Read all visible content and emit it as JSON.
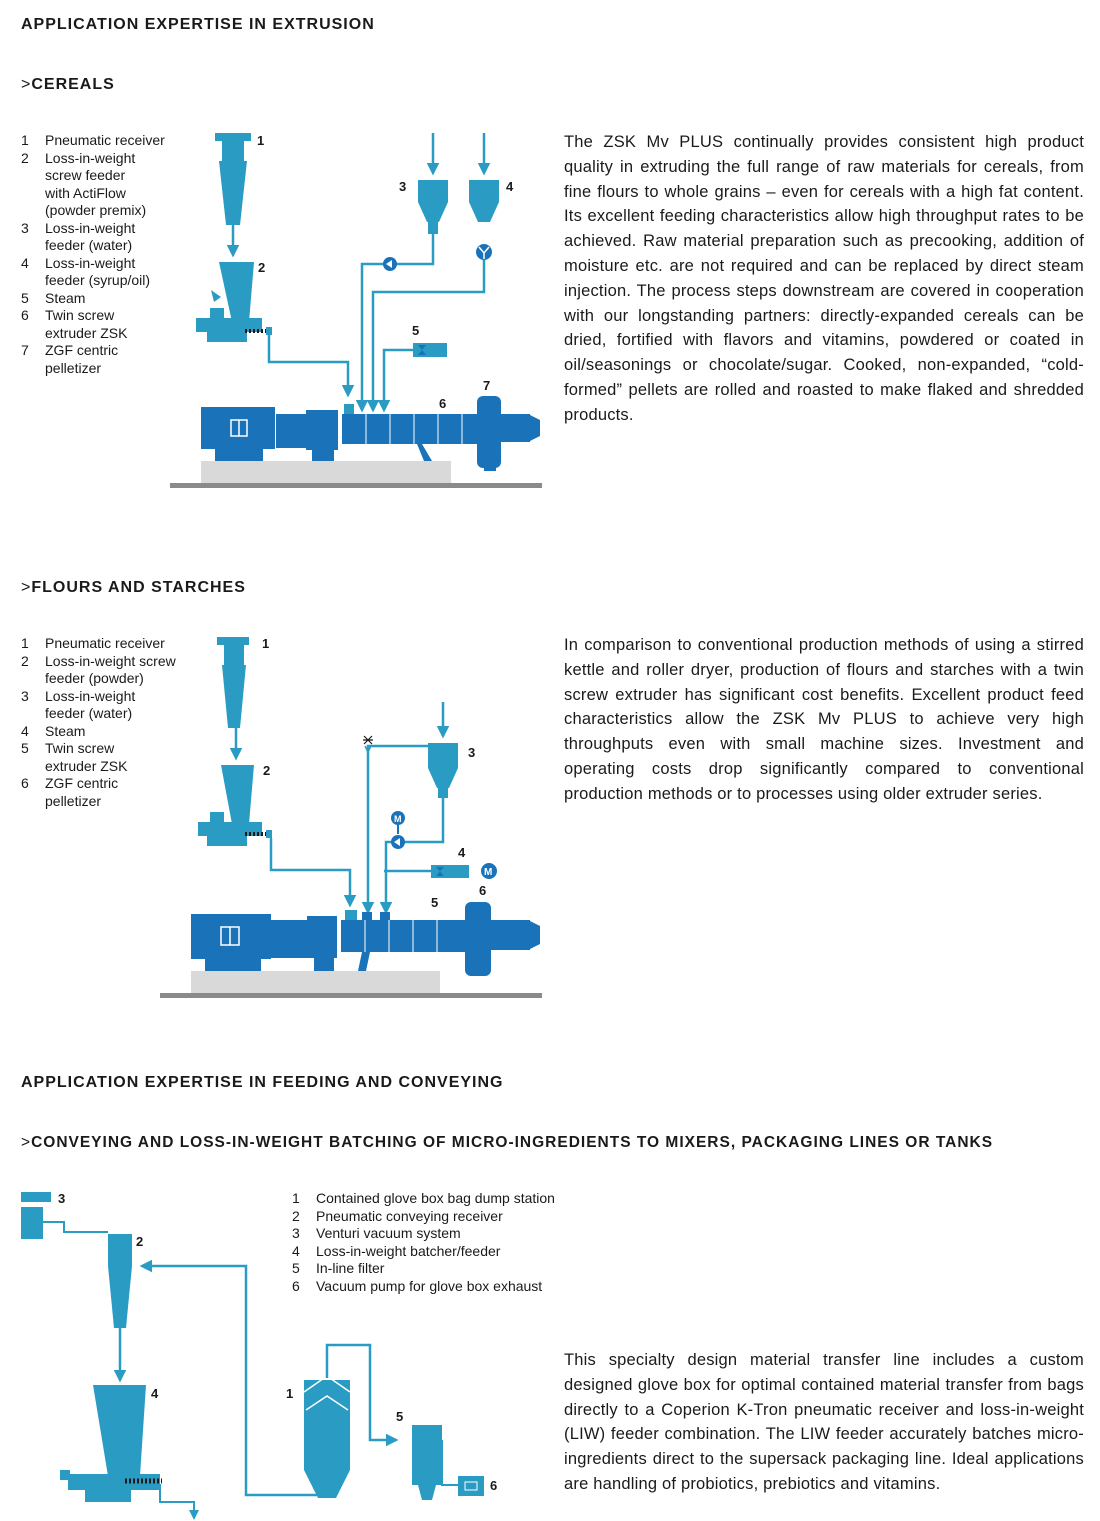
{
  "page_title": "APPLICATION EXPERTISE IN EXTRUSION",
  "sections": {
    "cereals": {
      "heading": "CEREALS",
      "legend": [
        {
          "num": "1",
          "text": "Pneumatic receiver"
        },
        {
          "num": "2",
          "text": "Loss-in-weight\nscrew feeder\nwith ActiFlow\n(powder premix)"
        },
        {
          "num": "3",
          "text": "Loss-in-weight\nfeeder (water)"
        },
        {
          "num": "4",
          "text": "Loss-in-weight\nfeeder (syrup/oil)"
        },
        {
          "num": "5",
          "text": "Steam"
        },
        {
          "num": "6",
          "text": "Twin screw\nextruder ZSK"
        },
        {
          "num": "7",
          "text": "ZGF centric\npelletizer"
        }
      ],
      "paragraph": "The ZSK Mv PLUS continually provides consistent high product quality in extruding the full range of raw materials for cereals, from fine flours to whole grains – even for cereals with a high fat content. Its excellent feeding characteristics allow high throughput rates to be achieved. Raw material preparation such as precooking, addition of moisture etc. are not required and can be replaced by direct steam injection. The process steps downstream are covered in cooperation with our longstanding partners: directly-expanded cereals can be dried, fortified with flavors and vitamins, powdered or coated in oil/seasonings or chocolate/sugar. Cooked, non-expanded, “cold-formed” pellets are rolled and roasted to make flaked and shredded products.",
      "diagram_labels": {
        "n1": "1",
        "n2": "2",
        "n3": "3",
        "n4": "4",
        "n5": "5",
        "n6": "6",
        "n7": "7"
      }
    },
    "flours": {
      "heading": "FLOURS AND STARCHES",
      "legend": [
        {
          "num": "1",
          "text": "Pneumatic receiver"
        },
        {
          "num": "2",
          "text": "Loss-in-weight screw\nfeeder (powder)"
        },
        {
          "num": "3",
          "text": "Loss-in-weight\nfeeder (water)"
        },
        {
          "num": "4",
          "text": "Steam"
        },
        {
          "num": "5",
          "text": "Twin screw\nextruder ZSK"
        },
        {
          "num": "6",
          "text": "ZGF centric\npelletizer"
        }
      ],
      "paragraph": "In comparison to conventional production methods of using a stirred kettle and roller dryer, production of flours and starches with a twin screw extruder has significant cost benefits. Excellent product feed characteristics allow the ZSK Mv PLUS to achieve very high throughputs even with small machine sizes. Investment and operating costs drop significantly compared to conventional production methods or to processes using older extruder series.",
      "diagram_labels": {
        "n1": "1",
        "n2": "2",
        "n3": "3",
        "n4": "4",
        "n5": "5",
        "n6": "6",
        "m": "M"
      }
    },
    "feeding_title": "APPLICATION EXPERTISE IN FEEDING AND CONVEYING",
    "conveying": {
      "heading": "CONVEYING AND LOSS-IN-WEIGHT BATCHING OF MICRO-INGREDIENTS TO MIXERS, PACKAGING LINES OR TANKS",
      "legend": [
        {
          "num": "1",
          "text": "Contained glove box bag dump station"
        },
        {
          "num": "2",
          "text": "Pneumatic conveying receiver"
        },
        {
          "num": "3",
          "text": "Venturi vacuum system"
        },
        {
          "num": "4",
          "text": "Loss-in-weight batcher/feeder"
        },
        {
          "num": "5",
          "text": "In-line filter"
        },
        {
          "num": "6",
          "text": "Vacuum pump for glove box exhaust"
        }
      ],
      "paragraph": "This specialty design material transfer line includes a custom designed glove box for optimal contained material transfer from bags directly to a Coperion K-Tron pneumatic receiver and loss-in-weight (LIW) feeder combination. The LIW feeder accurately batches micro-ingredients direct to the supersack packaging line. Ideal applications are handling of probiotics, prebiotics and vitamins.",
      "diagram_labels": {
        "n1": "1",
        "n2": "2",
        "n3": "3",
        "n4": "4",
        "n5": "5",
        "n6": "6"
      }
    }
  },
  "colors": {
    "blue": "#1a72b8",
    "teal": "#2a9cc4",
    "grey": "#8a8a8a",
    "base": "#d9d9d9",
    "text": "#1a1a1a"
  }
}
